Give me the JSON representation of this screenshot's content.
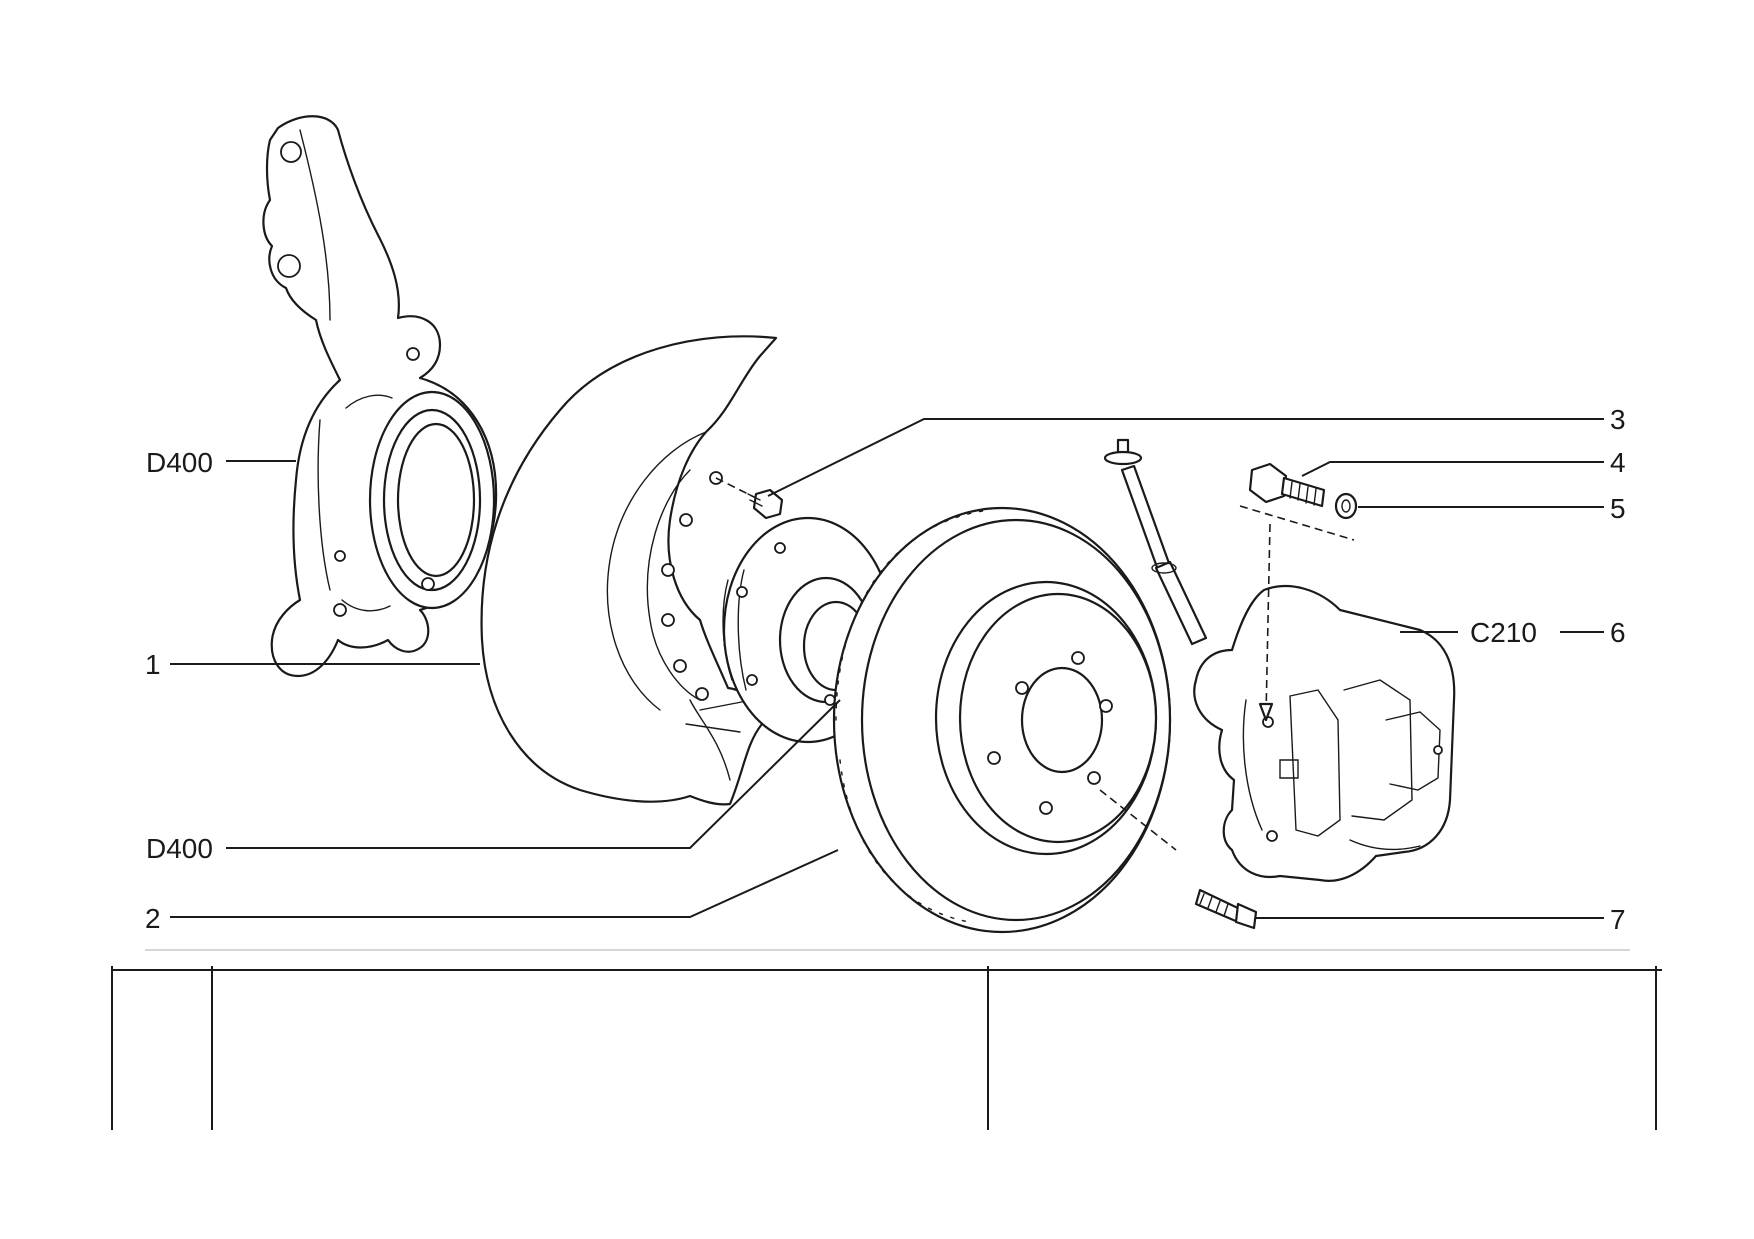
{
  "diagram": {
    "callouts": {
      "knuckle": "D400",
      "hub": "D400",
      "splash_shield": "1",
      "disc": "2",
      "shield_bolt": "3",
      "caliper_bolt": "4",
      "washer": "5",
      "caliper_ref": "C210",
      "caliper": "6",
      "wheel_stud": "7"
    },
    "table": {
      "columns": [
        "",
        "",
        ""
      ]
    }
  }
}
